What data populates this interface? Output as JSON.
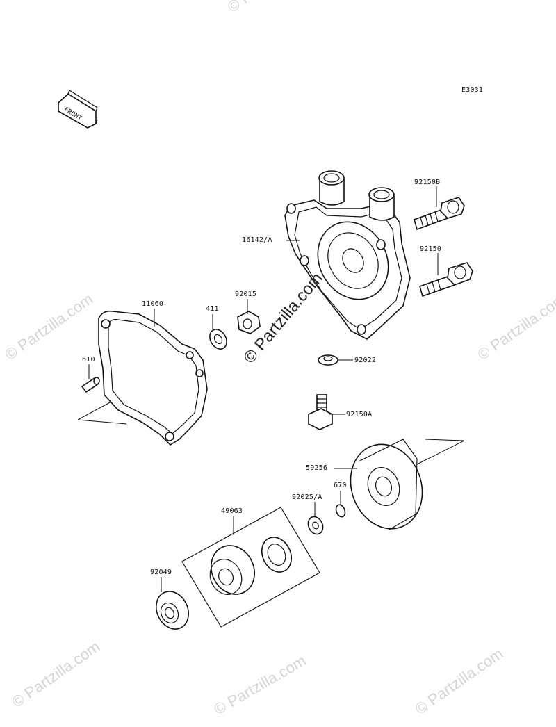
{
  "diagram_code": "E3031",
  "front_label": "FRONT",
  "watermark_text": "© Partzilla.com",
  "colors": {
    "line": "#111111",
    "watermark": "#d4d4d4",
    "background": "#ffffff"
  },
  "parts": {
    "p16142a": "16142/A",
    "p92150b": "92150B",
    "p92150": "92150",
    "p11060": "11060",
    "p411": "411",
    "p92015": "92015",
    "p610": "610",
    "p92022": "92022",
    "p92150a": "92150A",
    "p59256": "59256",
    "p670": "670",
    "p92025a": "92025/A",
    "p49063": "49063",
    "p92049": "92049"
  }
}
